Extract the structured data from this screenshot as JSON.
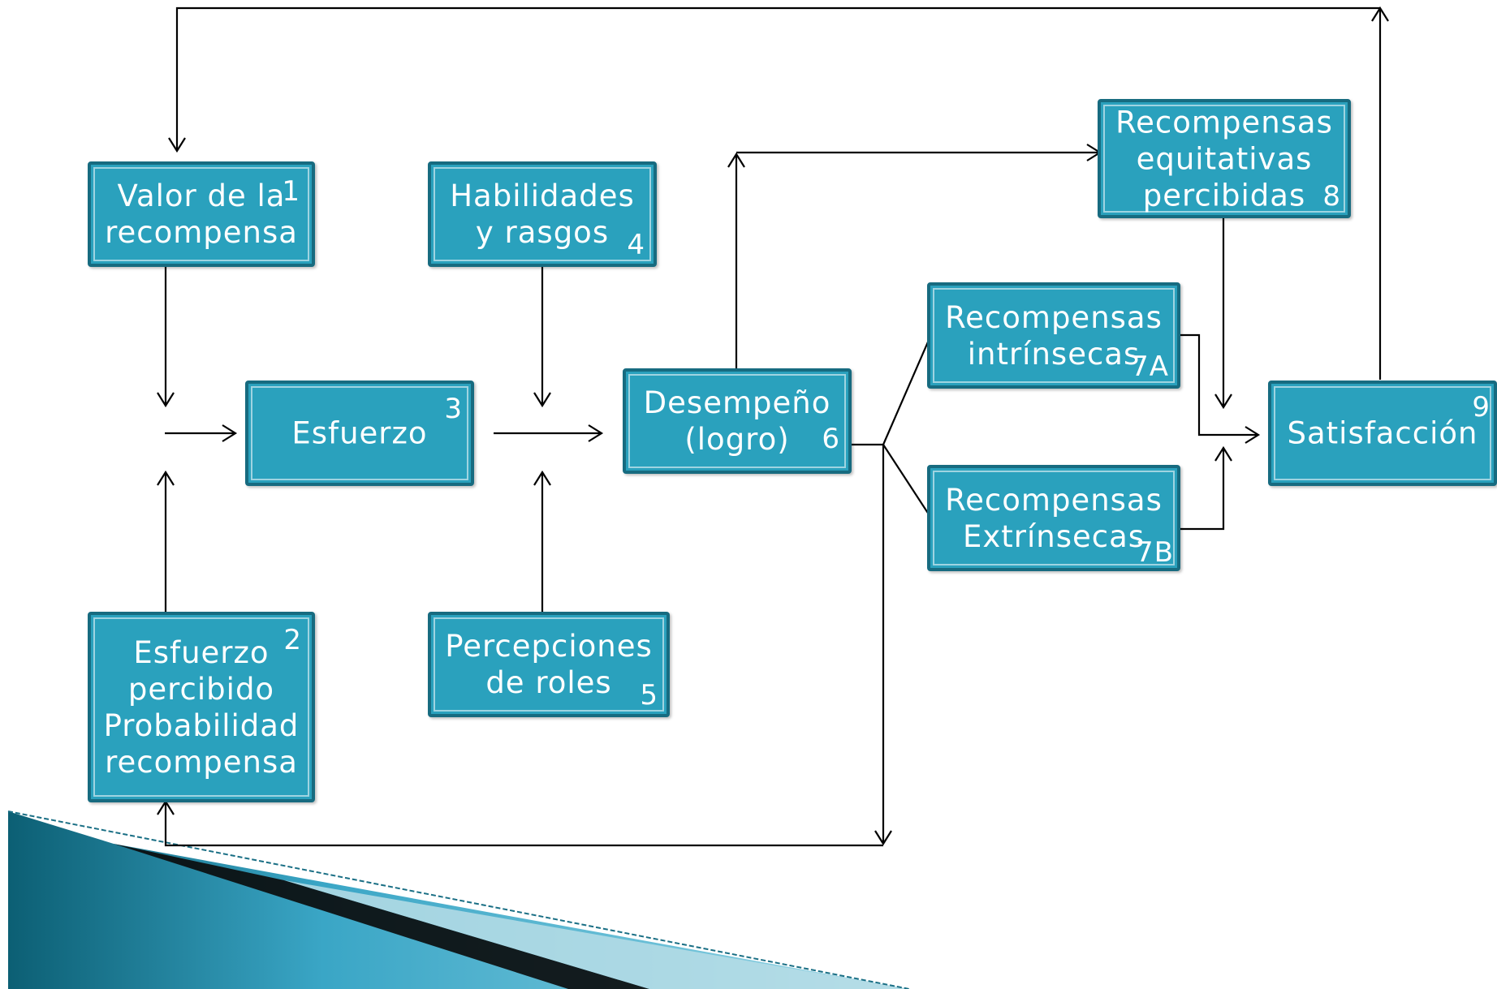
{
  "nodes": {
    "valor_recompensa": {
      "label": "Valor de la\nrecompensa",
      "number": "1"
    },
    "esfuerzo_percibido": {
      "label": "Esfuerzo\npercibido\nProbabilidad\nrecompensa",
      "number": "2"
    },
    "esfuerzo": {
      "label": "Esfuerzo",
      "number": "3"
    },
    "habilidades": {
      "label": "Habilidades\ny rasgos",
      "number": "4"
    },
    "percepciones": {
      "label": "Percepciones\nde roles",
      "number": "5"
    },
    "desempeno": {
      "label": "Desempeño\n(logro)",
      "number": "6"
    },
    "recompensas_intrinsecas": {
      "label": "Recompensas\nintrínsecas",
      "number": "7A"
    },
    "recompensas_extrinsecas": {
      "label": "Recompensas\nExtrínsecas",
      "number": "7B"
    },
    "recompensas_equitativas": {
      "label": "Recompensas\nequitativas\npercibidas",
      "number": "8"
    },
    "satisfaccion": {
      "label": "Satisfacción",
      "number": "9"
    }
  },
  "colors": {
    "box_fill": "#2aa1bd",
    "box_border": "#176b80",
    "text": "#ffffff",
    "line": "#000000"
  }
}
